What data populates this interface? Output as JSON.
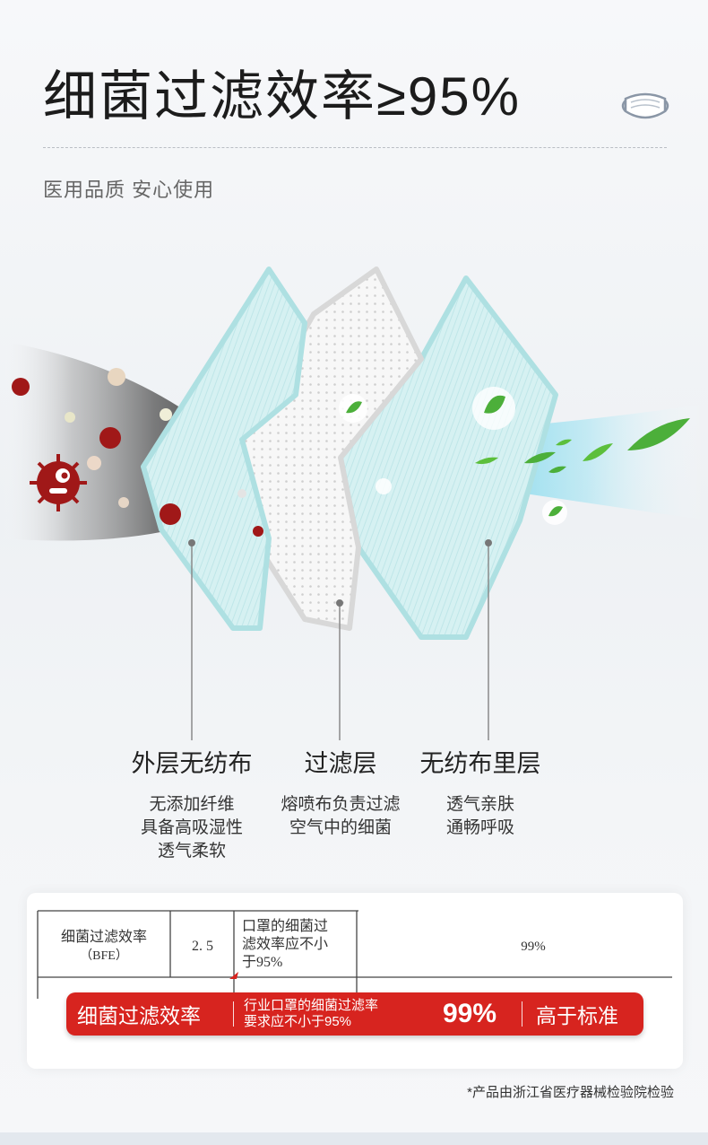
{
  "header": {
    "title": "细菌过滤效率≥95%",
    "subtitle": "医用品质 安心使用"
  },
  "icons": {
    "mask": "mask-icon",
    "virus": "virus-icon",
    "leaf": "leaf-icon"
  },
  "layers": [
    {
      "name": "外层无纺布",
      "desc": [
        "无添加纤维",
        "具备高吸湿性",
        "透气柔软"
      ]
    },
    {
      "name": "过滤层",
      "desc": [
        "熔喷布负责过滤",
        "空气中的细菌"
      ]
    },
    {
      "name": "无纺布里层",
      "desc": [
        "透气亲肤",
        "通畅呼吸"
      ]
    }
  ],
  "report_table": {
    "item_line1": "细菌过滤效率",
    "item_line2": "（BFE）",
    "clause": "2. 5",
    "requirement_line1": "口罩的细菌过",
    "requirement_line2": "滤效率应不小",
    "requirement_line3": "于95%",
    "result": "99%"
  },
  "highlight_bar": {
    "label": "细菌过滤效率",
    "standard_line1": "行业口罩的细菌过滤率",
    "standard_line2": "要求应不小于95%",
    "value": "99%",
    "verdict": "高于标准"
  },
  "footnote": "*产品由浙江省医疗器械检验院检验",
  "colors": {
    "accent_red": "#d7241f",
    "layer_blue": "#cfeef0",
    "layer_white": "#f4f4f4",
    "virus_red": "#a01818",
    "leaf_green": "#4caf3a"
  }
}
